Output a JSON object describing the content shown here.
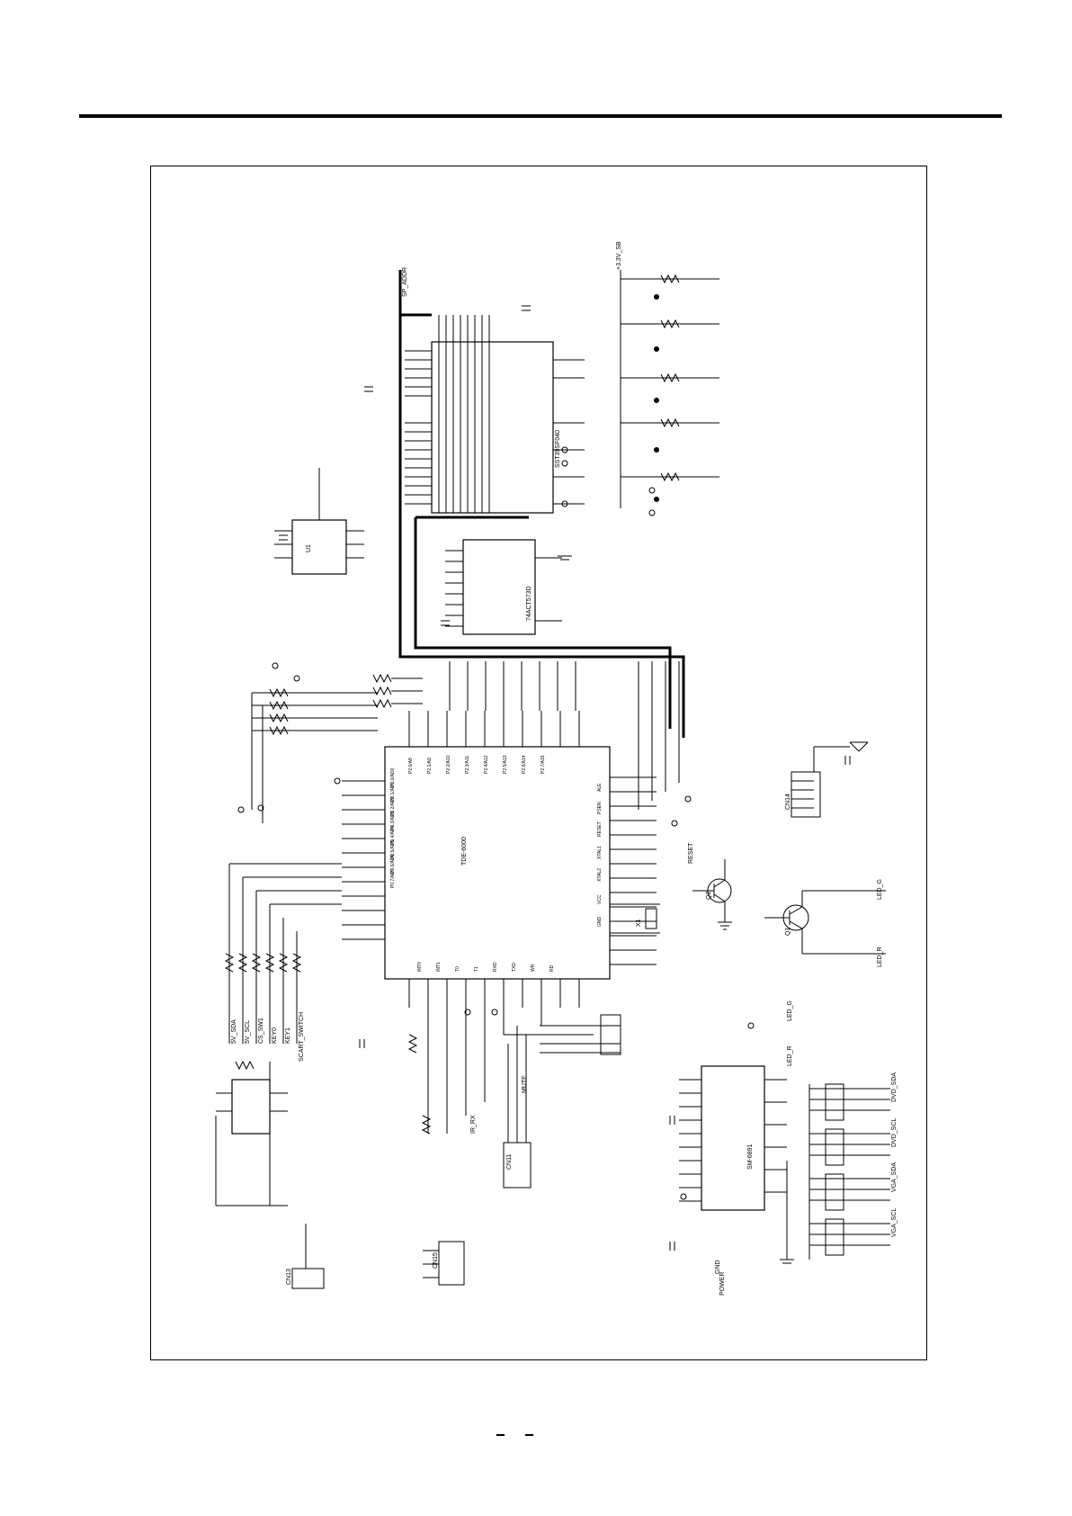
{
  "sheet": {
    "labels": {
      "main_ic": "TDE-6000",
      "eeprom": "U1",
      "flash": "SST39SF040",
      "latch": "74ACT573D",
      "usb_ic": "SM-6891",
      "cn_host": "CN11",
      "cn_debug": "CN14",
      "cn_power": "CN15",
      "cn_led": "CN13",
      "q1": "Q1",
      "q2": "Q2",
      "crystal": "X1",
      "net_led_r": "LED_R",
      "net_led_g": "LED_G",
      "net_vcc": "+3.3V_SB",
      "net_gnd": "GND",
      "net_bus": "SP_ADDR"
    },
    "net_labels": [
      "5V_SDA",
      "5V_SCL",
      "CS_SW1",
      "KEY0",
      "KEY1",
      "SCART_SWITCH",
      "MUTE",
      "IR_RX",
      "RESET",
      "DVD_SDA",
      "DVD_SCL",
      "VGA_SDA",
      "VGA_SCL",
      "POWER",
      "LED_G",
      "LED_R"
    ],
    "pin_labels": [
      "P0.0/AD0",
      "P0.1/AD1",
      "P0.2/AD2",
      "P0.3/AD3",
      "P0.4/AD4",
      "P0.5/AD5",
      "P0.6/AD6",
      "P0.7/AD7",
      "P2.0/A8",
      "P2.1/A9",
      "P2.2/A10",
      "P2.3/A11",
      "P2.4/A12",
      "P2.5/A13",
      "P2.6/A14",
      "P2.7/A15",
      "ALE",
      "PSEN",
      "RESET",
      "XTAL1",
      "XTAL2",
      "VCC",
      "GND",
      "INT0",
      "INT1",
      "T0",
      "T1",
      "RXD",
      "TXD",
      "WR",
      "RD"
    ]
  }
}
